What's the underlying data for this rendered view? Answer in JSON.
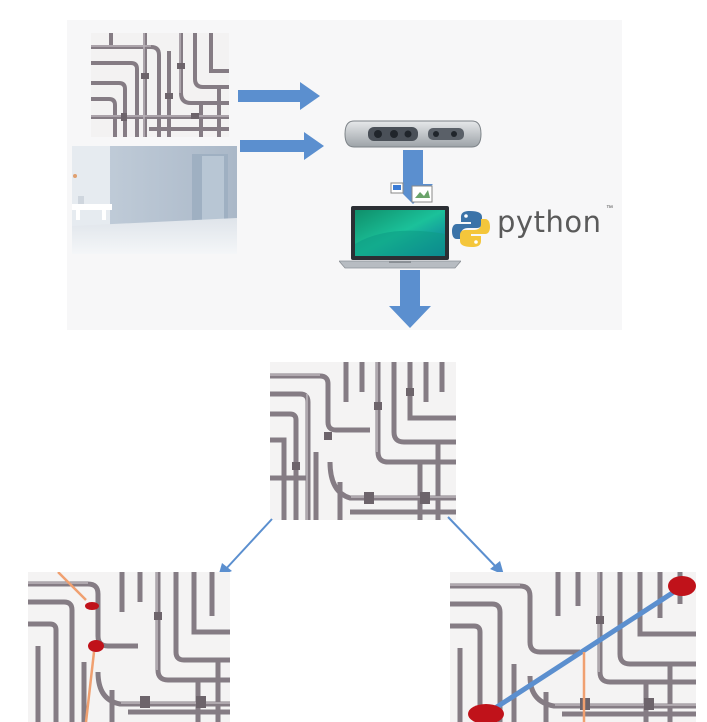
{
  "branding": {
    "python_wordmark": "python",
    "trademark": "™",
    "python_logo_icon": "python-logo-icon"
  },
  "icons": {
    "camera": "depth-camera-icon",
    "laptop": "laptop-icon",
    "room": "room-photo",
    "pipes": "pipe-network-image"
  },
  "colors": {
    "arrow": "#5b8fcf",
    "marker": "#c0121a",
    "pointer": "#f0a070",
    "pipe": "#8a8088",
    "line": "#5b8fcf"
  }
}
